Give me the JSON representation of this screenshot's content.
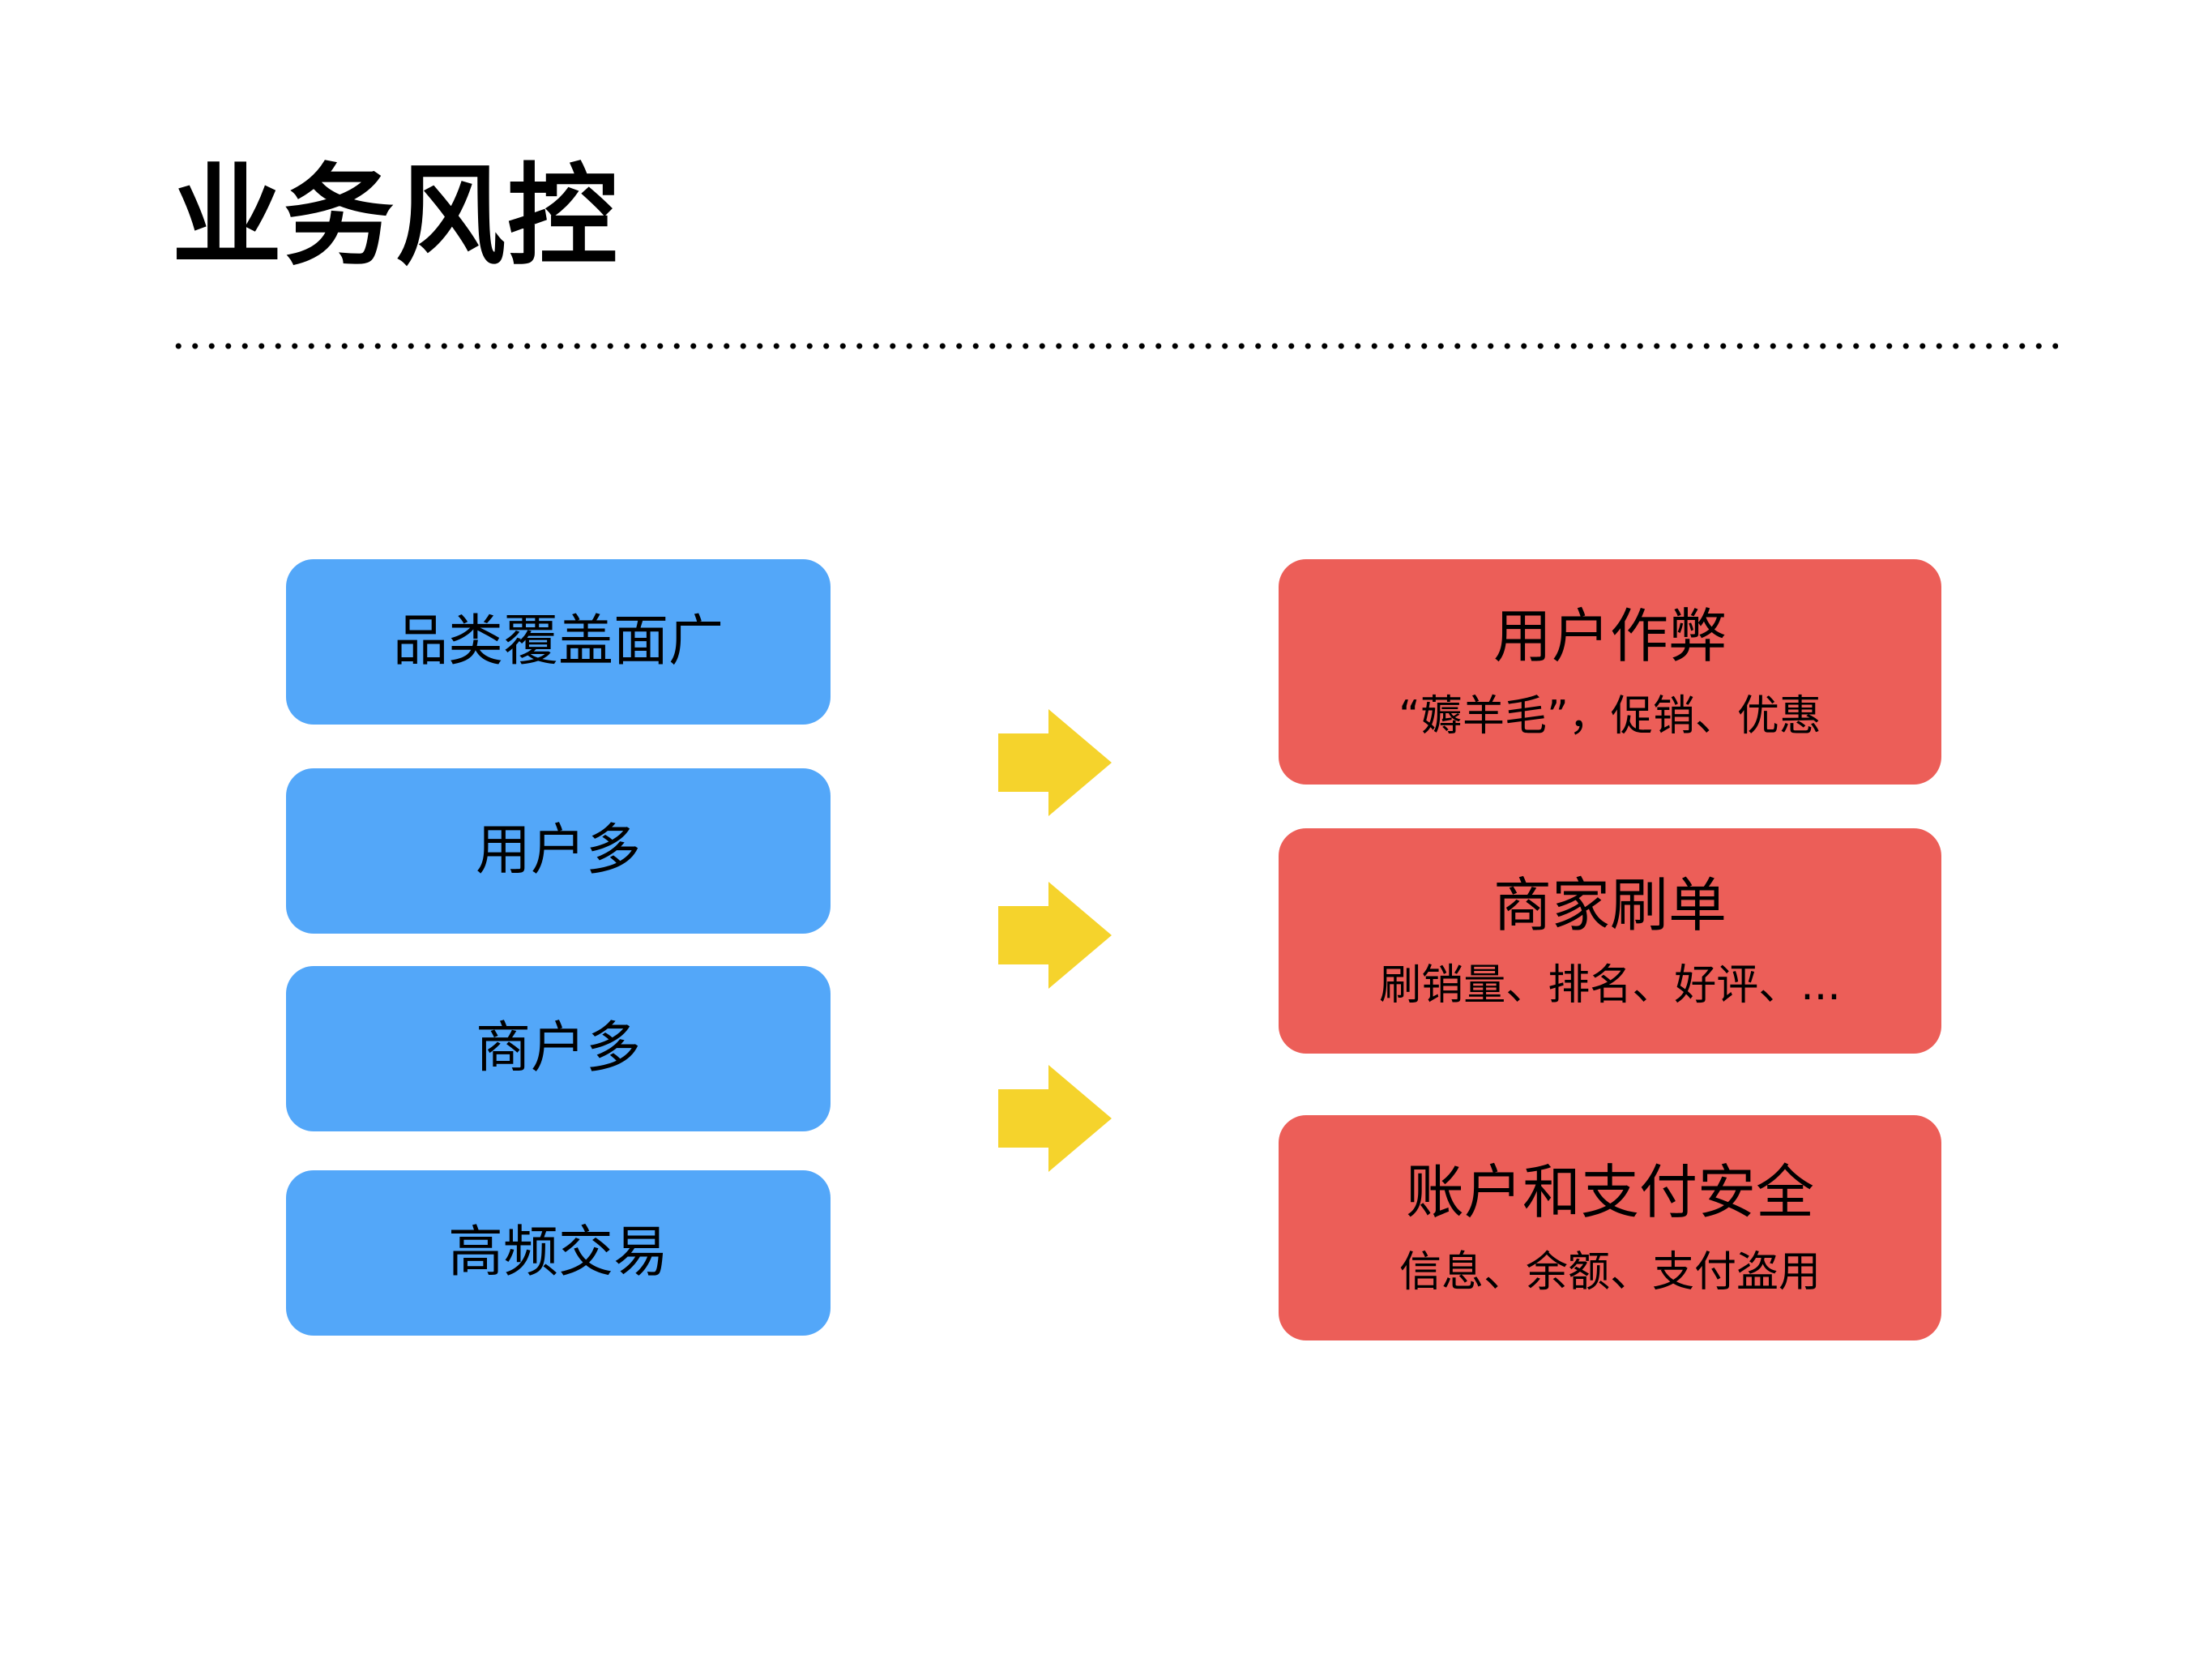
{
  "title": "业务风控",
  "causes": [
    {
      "label": "品类覆盖面广"
    },
    {
      "label": "用户多"
    },
    {
      "label": "商户多"
    },
    {
      "label": "高频交易"
    }
  ],
  "risks": [
    {
      "head": "用户作弊",
      "sub": "“薅羊毛”，促销、优惠"
    },
    {
      "head": "商家刷单",
      "sub": "刷销量、排名、好评、..."
    },
    {
      "head": "账户和支付安全",
      "sub": "信息、余额、支付盗用"
    }
  ],
  "colors": {
    "cause_box": "#53a7f9",
    "risk_box": "#ec5e58",
    "arrow": "#f5d32c",
    "text": "#000000"
  },
  "icons": [
    "arrow-right-icon"
  ]
}
